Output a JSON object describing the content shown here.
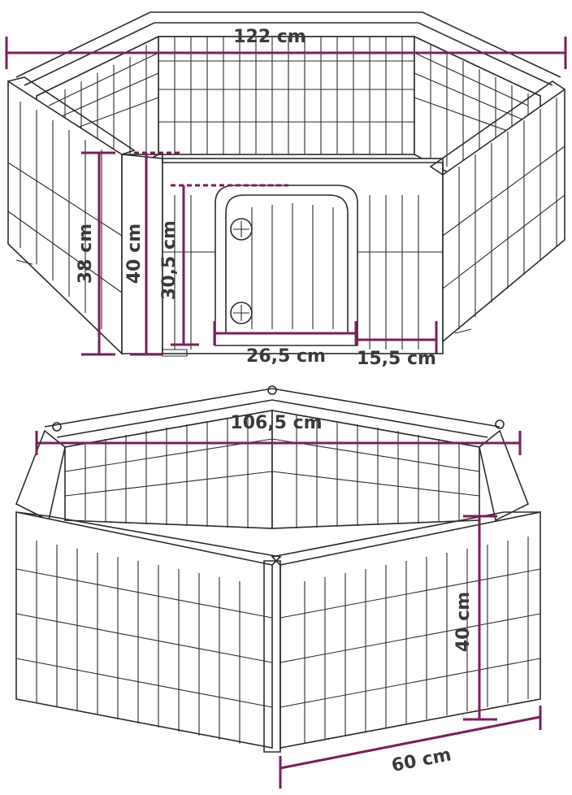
{
  "top_diagram": {
    "width_label": "122 cm",
    "height_outer_label": "38 cm",
    "height_panel_label": "40 cm",
    "door_height_label": "30,5 cm",
    "door_width_label": "26,5 cm",
    "side_width_label": "15,5 cm"
  },
  "bottom_diagram": {
    "width_label": "106,5 cm",
    "height_label": "40 cm",
    "panel_width_label": "60 cm"
  },
  "colors": {
    "dimension": "#7a1f5c",
    "outline": "#2b2b2b",
    "text": "#3a3a3a"
  }
}
